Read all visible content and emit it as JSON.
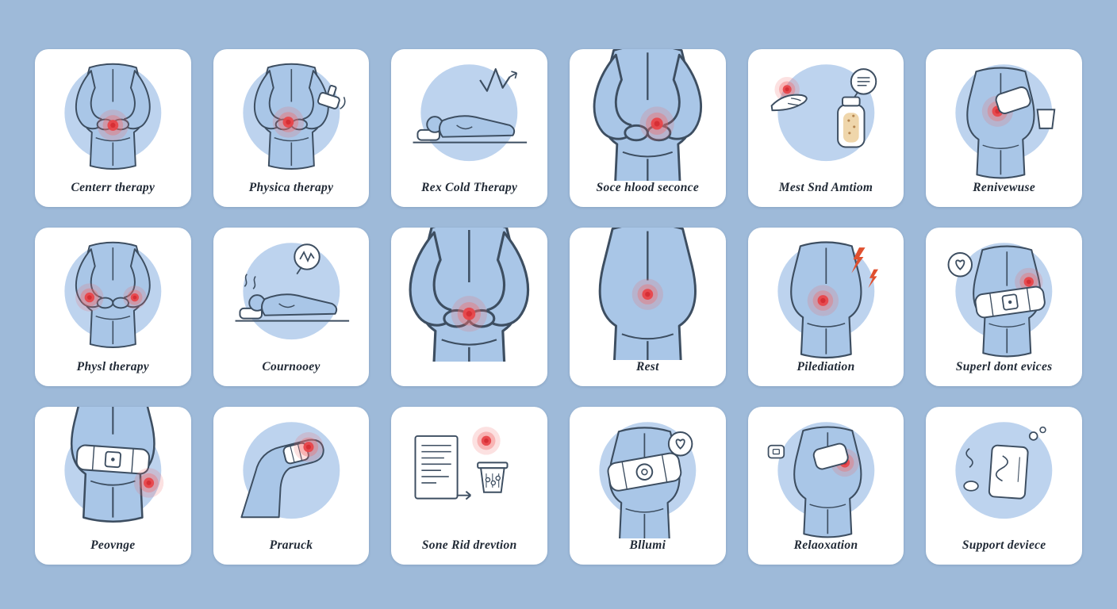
{
  "page": {
    "description": "Grid of illustrated back-pain therapy cards",
    "columns": 6,
    "rows": 3
  },
  "colors": {
    "background": "#9ebad9",
    "card": "#ffffff",
    "body_fill": "#a9c6e7",
    "circle_fill": "#bdd3ee",
    "outline": "#3d4e61",
    "pain_red": "#e8464a",
    "bolt_orange": "#e0502f",
    "caption_text": "#212a36"
  },
  "cards": [
    {
      "label": "Centerr therapy",
      "illustration": "person-back-pain-hands"
    },
    {
      "label": "Physica therapy",
      "illustration": "person-back-pain-massage-tool"
    },
    {
      "label": "Rex Cold Therapy",
      "illustration": "person-lying-down-heartbeat"
    },
    {
      "label": "Soce hlood seconce",
      "illustration": "person-back-pain-arm-raised"
    },
    {
      "label": "Mest Snd Amtiom",
      "illustration": "hand-with-medicine-jar"
    },
    {
      "label": "Renivewuse",
      "illustration": "heat-pack-pressed-on-back"
    },
    {
      "label": "Physl therapy",
      "illustration": "person-back-two-pain-spots"
    },
    {
      "label": "Cournooey",
      "illustration": "person-lying-resting-bubble"
    },
    {
      "label": "",
      "illustration": "person-back-pain-large"
    },
    {
      "label": "Rest",
      "illustration": "person-upper-back-pain"
    },
    {
      "label": "Pilediation",
      "illustration": "person-front-pain-lightning"
    },
    {
      "label": "Superl dont evices",
      "illustration": "back-brace-heart-bubble"
    },
    {
      "label": "Peovnge",
      "illustration": "waist-belt-pain-spot"
    },
    {
      "label": "Praruck",
      "illustration": "knee-brace-pain"
    },
    {
      "label": "Sone Rid drevtion",
      "illustration": "document-and-pill-cup"
    },
    {
      "label": "Bllumi",
      "illustration": "lumbar-brace-dial-heart"
    },
    {
      "label": "Relaoxation",
      "illustration": "heat-pack-on-back-bubble"
    },
    {
      "label": "Support deviece",
      "illustration": "support-device-panel"
    }
  ]
}
